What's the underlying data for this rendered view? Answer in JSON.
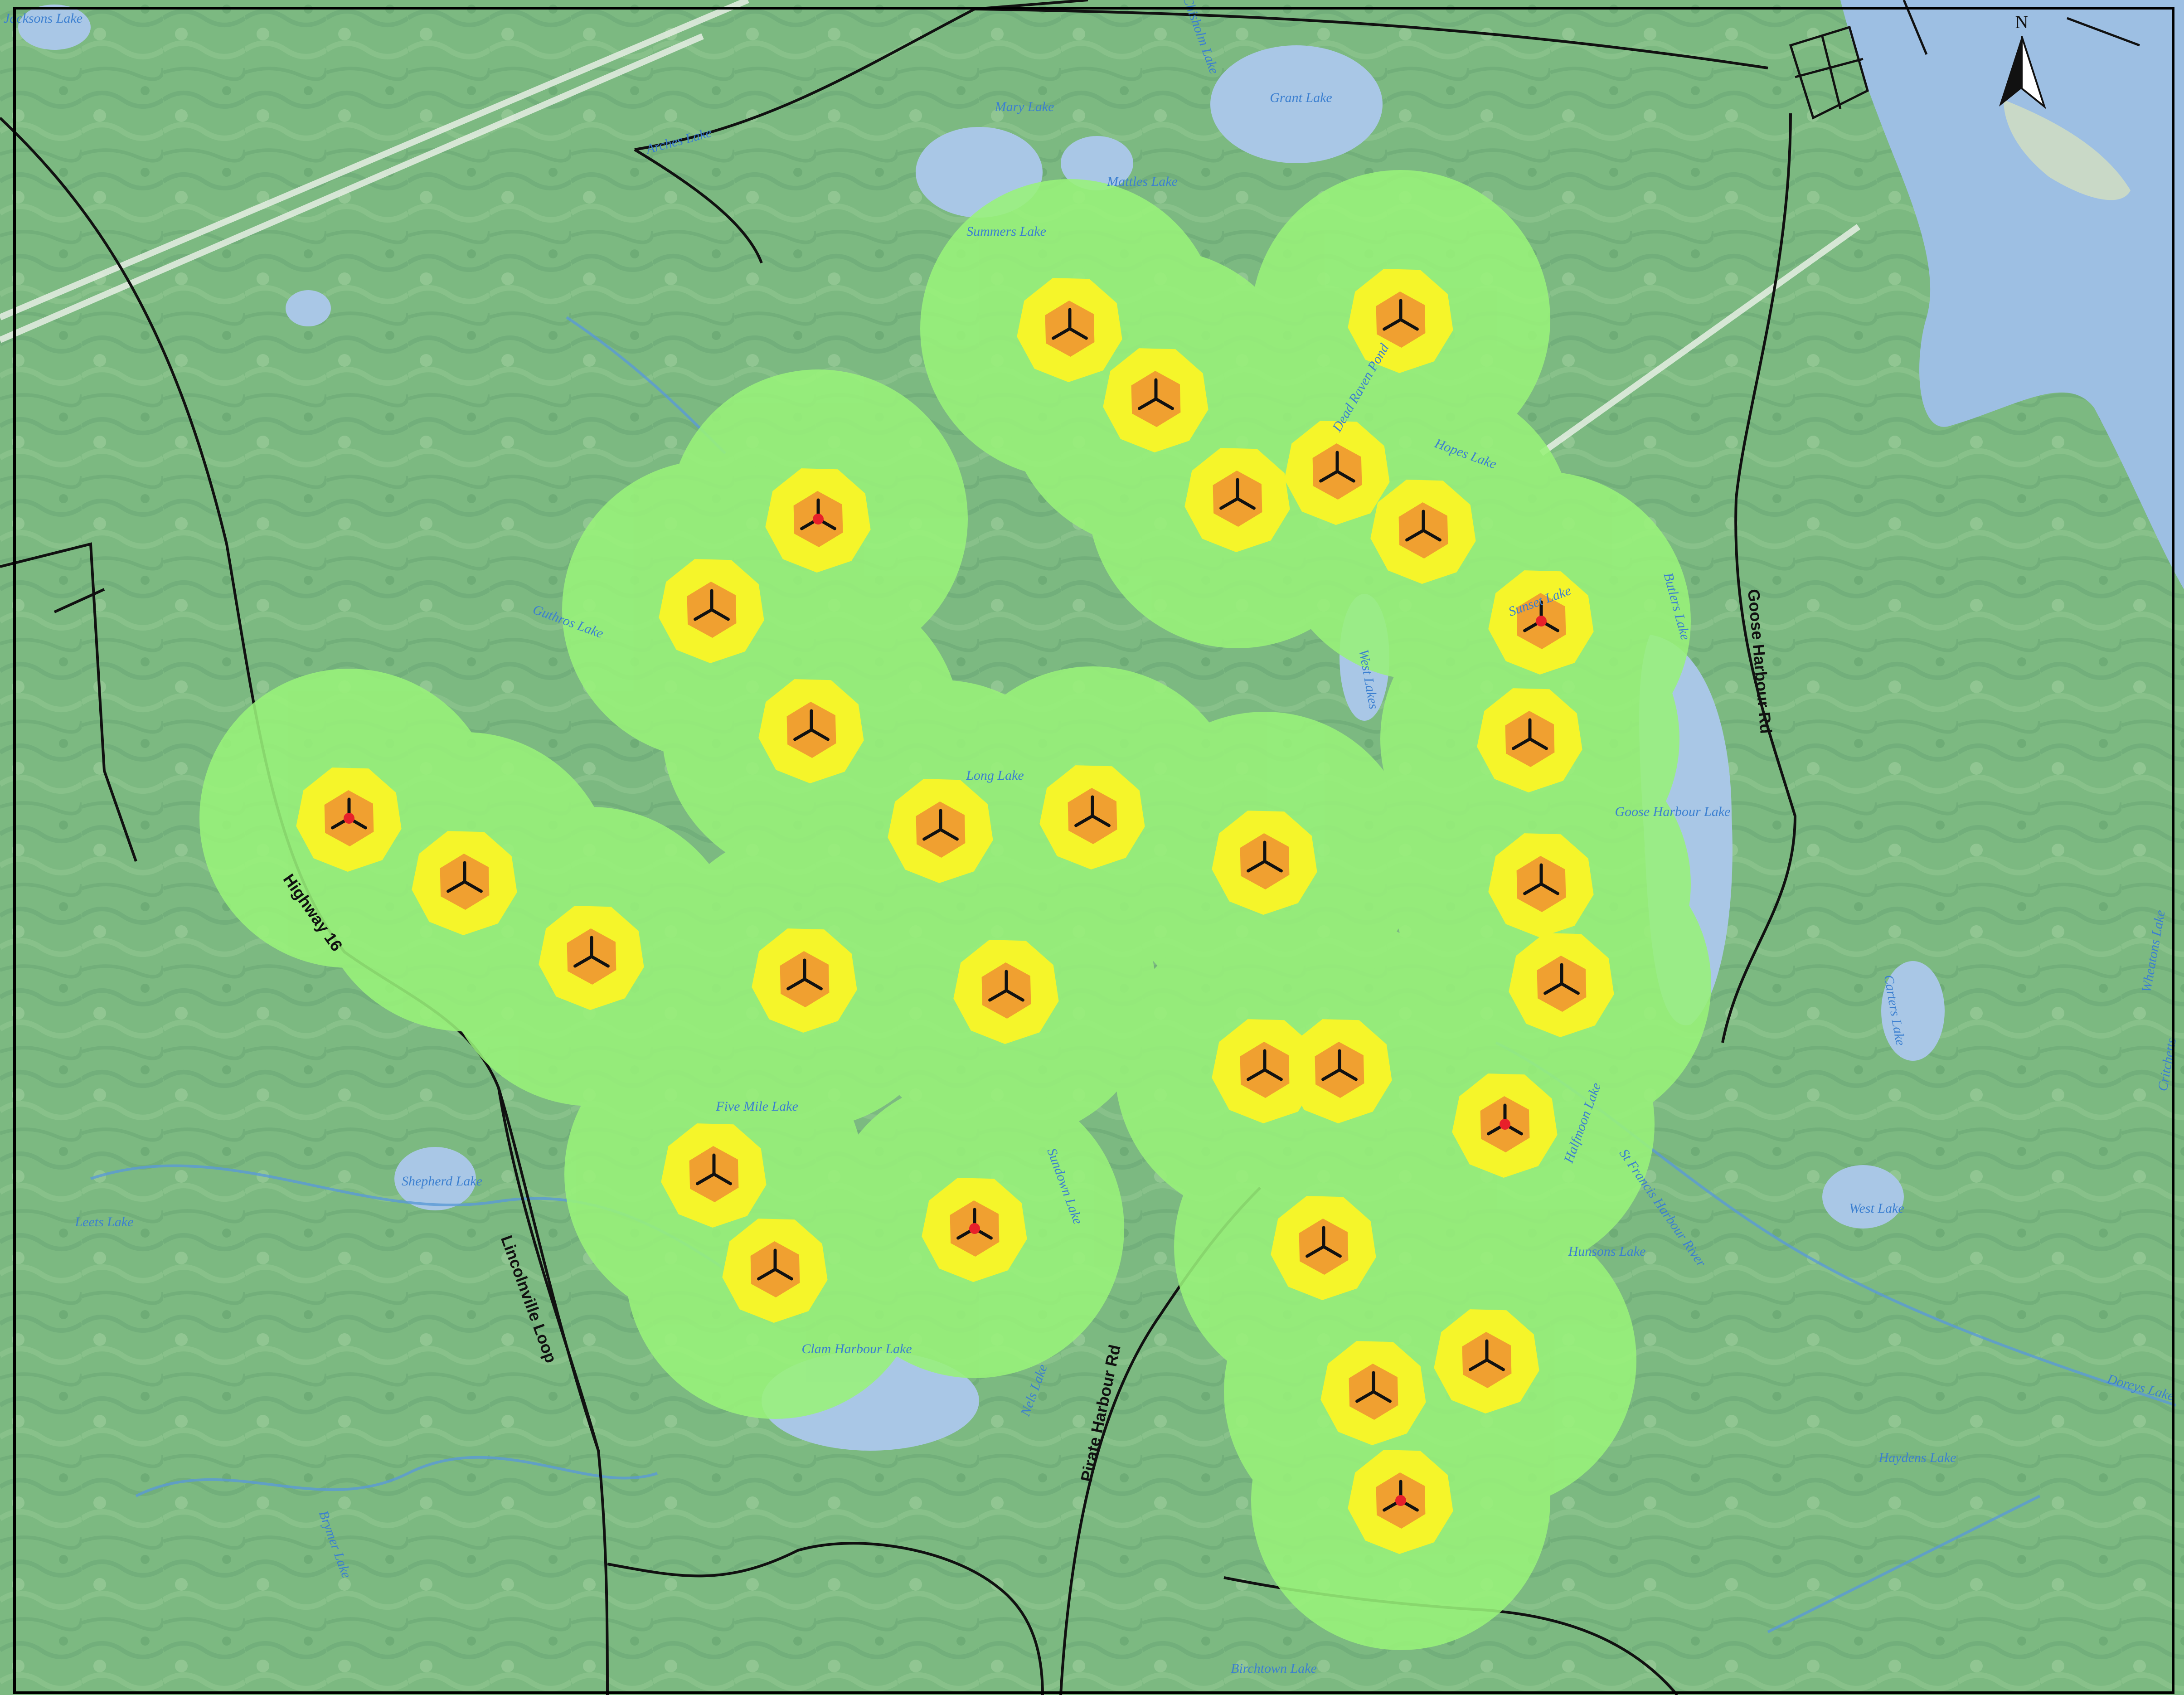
{
  "colors": {
    "background": "#7cb981",
    "terrain_dark": "#5f9f6c",
    "terrain_light": "#9ccf9b",
    "water": "#a9c7e6",
    "ocean": "#9dbfe3",
    "river": "#5a9ad6",
    "road": "#111111",
    "zone_outer": "#99f27a",
    "zone_middle": "#f5f52a",
    "zone_inner": "#f0a030",
    "turbine": "#111111",
    "turbine_marker": "#e8202a",
    "frame": "#000000"
  },
  "icons": {
    "turbine": "wind-turbine-icon",
    "north_arrow": "north-arrow-icon"
  },
  "north_arrow": {
    "letter": "N"
  },
  "lake_labels": [
    "Jacksons Lake",
    "Chisholm Lake",
    "Grant Lake",
    "Mary Lake",
    "Mattles Lake",
    "Summers Lake",
    "Arches Lake",
    "Guthros Lake",
    "Dead Raven Pond",
    "Hopes Lake",
    "Sunset Lake",
    "Butlers Lake",
    "West Lakes",
    "Long Lake",
    "Goose Harbour Lake",
    "Five Mile Lake",
    "Sundown Lake",
    "Shepherd Lake",
    "Leets Lake",
    "Halfmoon Lake",
    "St Francis Harbour River",
    "Hunsons Lake",
    "West Lake",
    "Clam Harbour Lake",
    "Nels Lake",
    "Carters Lake",
    "Wheatons Lake",
    "Critchetts",
    "Doreys Lake",
    "Haydens Lake",
    "Brymer Lake",
    "Birchtown Lake"
  ],
  "road_labels": [
    "Highway 16",
    "Lincolnville Loop",
    "Goose Harbour Rd",
    "Pirate Harbour Rd"
  ],
  "turbines": [
    {
      "id": 1,
      "marked": false
    },
    {
      "id": 2,
      "marked": false
    },
    {
      "id": 3,
      "marked": false
    },
    {
      "id": 4,
      "marked": false
    },
    {
      "id": 5,
      "marked": true
    },
    {
      "id": 6,
      "marked": false
    },
    {
      "id": 7,
      "marked": false
    },
    {
      "id": 8,
      "marked": true
    },
    {
      "id": 9,
      "marked": false
    },
    {
      "id": 10,
      "marked": false
    },
    {
      "id": 11,
      "marked": false
    },
    {
      "id": 12,
      "marked": false
    },
    {
      "id": 13,
      "marked": false
    },
    {
      "id": 14,
      "marked": false
    },
    {
      "id": 15,
      "marked": true
    },
    {
      "id": 16,
      "marked": false
    },
    {
      "id": 17,
      "marked": false
    },
    {
      "id": 18,
      "marked": false
    },
    {
      "id": 19,
      "marked": false
    },
    {
      "id": 20,
      "marked": false
    },
    {
      "id": 21,
      "marked": false
    },
    {
      "id": 22,
      "marked": true
    },
    {
      "id": 23,
      "marked": false
    },
    {
      "id": 24,
      "marked": false
    },
    {
      "id": 25,
      "marked": true
    },
    {
      "id": 26,
      "marked": false
    },
    {
      "id": 27,
      "marked": false
    },
    {
      "id": 28,
      "marked": false
    },
    {
      "id": 29,
      "marked": true
    },
    {
      "id": 30,
      "marked": false
    },
    {
      "id": 31,
      "marked": false
    }
  ]
}
